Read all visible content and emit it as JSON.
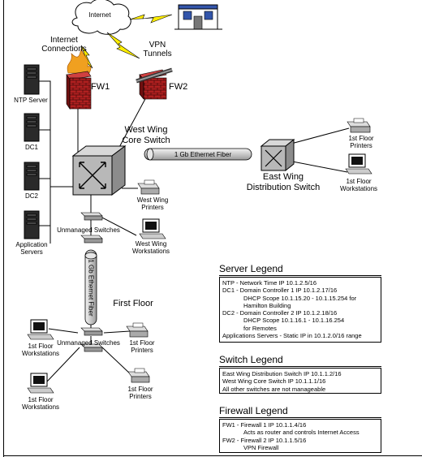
{
  "labels": {
    "internet": "Internet",
    "internet_connections": [
      "Internet",
      "Connections"
    ],
    "vpn_tunnels": [
      "VPN",
      "Tunnels"
    ],
    "fw1": "FW1",
    "fw2": "FW2",
    "ntp_server": "NTP Server",
    "dc1": "DC1",
    "dc2": "DC2",
    "application_servers": [
      "Application",
      "Servers"
    ],
    "west_wing_core_switch": [
      "West Wing",
      "Core Switch"
    ],
    "fiber_horizontal": "1 Gb Ethernet Fiber",
    "east_wing_distribution_switch": [
      "East Wing",
      "Distribution Switch"
    ],
    "east_first_floor_printers": [
      "1st Floor",
      "Printers"
    ],
    "east_first_floor_workstations": [
      "1st Floor",
      "Workstations"
    ],
    "west_wing_printers": [
      "West Wing",
      "Printers"
    ],
    "unmanaged_switches_top": "Unmanaged Switches",
    "west_wing_workstations": [
      "West Wing",
      "Workstations"
    ],
    "fiber_vertical": "1 Gb Ethernet Fiber",
    "first_floor": "First Floor",
    "unmanaged_switches_bottom": "Unmanaged Switches",
    "ff_workstations_left_top": [
      "1st Floor",
      "Workstations"
    ],
    "ff_printers_right_top": [
      "1st Floor",
      "Printers"
    ],
    "ff_workstations_left_bottom": [
      "1st Floor",
      "Workstations"
    ],
    "ff_printers_right_bottom": [
      "1st Floor",
      "Printers"
    ]
  },
  "server_legend": {
    "title": "Server Legend",
    "lines": [
      {
        "text": "NTP - Network Time IP 10.1.2.5/16",
        "indent": false
      },
      {
        "text": "DC1 - Domain Controller 1 IP 10.1.2.17/16",
        "indent": false
      },
      {
        "text": "DHCP Scope 10.1.15.20 - 10.1.15.254 for",
        "indent": true
      },
      {
        "text": "Hamilton Building",
        "indent": true
      },
      {
        "text": "DC2 - Domain Controller 2 IP 10.1.2.18/16",
        "indent": false
      },
      {
        "text": "DHCP Scope 10.1.16.1 - 10.1.16.254",
        "indent": true
      },
      {
        "text": "for Remotes",
        "indent": true
      },
      {
        "text": "Applications Servers - Static IP in 10.1.2.0/16 range",
        "indent": false
      }
    ]
  },
  "switch_legend": {
    "title": "Switch Legend",
    "lines": [
      {
        "text": "East Wing Distribution Switch IP 10.1.1.2/16",
        "indent": false
      },
      {
        "text": "West Wing Core Switch IP 10.1.1.1/16",
        "indent": false
      },
      {
        "text": "All other switches are not manageable",
        "indent": false
      }
    ]
  },
  "firewall_legend": {
    "title": "Firewall Legend",
    "lines": [
      {
        "text": "FW1 - Firewall 1 IP 10.1.1.4/16",
        "indent": false
      },
      {
        "text": "Acts as router and controls Internet Access",
        "indent": true
      },
      {
        "text": "FW2 - Firewall 2 IP 10.1.1.5/16",
        "indent": false
      },
      {
        "text": "VPN Firewall",
        "indent": true
      }
    ]
  },
  "colors": {
    "switch_face": "#b8b8b8",
    "switch_top": "#d8d8d8",
    "firewall_brick": "#b02020",
    "flame": "#f0a020",
    "lightning": "#ffee00",
    "fiber": "#cfcfcf",
    "building_blue": "#3355aa"
  }
}
